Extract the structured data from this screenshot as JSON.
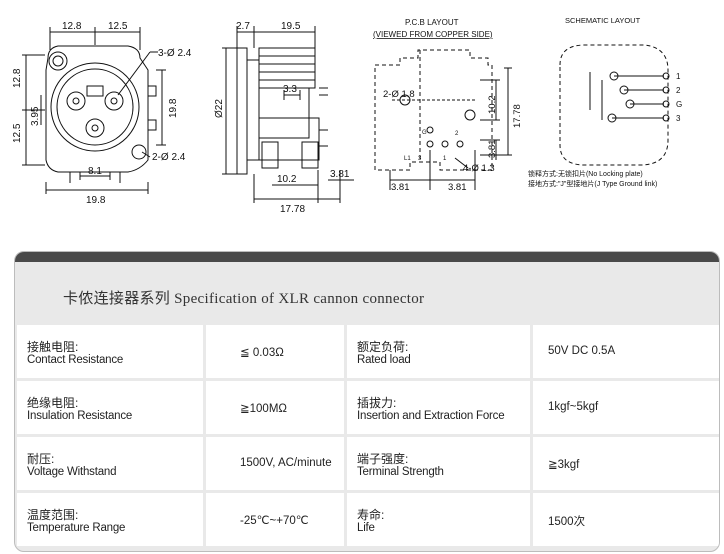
{
  "drawings": {
    "front_view": {
      "dims_top": [
        "12.8",
        "12.5"
      ],
      "dims_left": [
        "12.8",
        "12.5"
      ],
      "dim_inner": "3.95",
      "dim_right": "19.8",
      "dim_bottom_inner": "8.1",
      "dim_bottom": "19.8",
      "hole_top": "3-Ø 2.4",
      "hole_bottom": "2-Ø 2.4"
    },
    "side_view": {
      "dim_top_small": "2.7",
      "dim_top": "19.5",
      "dim_dia": "Ø22",
      "dim_mid": "3.3",
      "dim_bottom_a": "10.2",
      "dim_bottom_b": "17.78",
      "dim_right": "3.81"
    },
    "pcb_layout": {
      "title": "P.C.B LAYOUT",
      "subtitle": "(VIEWED FROM COPPER SIDE)",
      "hole_a": "2-Ø 1.8",
      "hole_b": "4-Ø 1.3",
      "dim_v1": "10.2",
      "dim_v2": "17.78",
      "dim_v3": "3.81",
      "dim_h1": "3.81",
      "dim_h2": "3.81",
      "pin_labels": [
        "L1",
        "3",
        "1",
        "G",
        "2"
      ]
    },
    "schematic": {
      "title": "SCHEMATIC LAYOUT",
      "pins": [
        "1",
        "2",
        "G",
        "3"
      ],
      "note1": "锁释方式:无锁扣片(No Locking plate)",
      "note2": "接地方式:\"J\"型接地片(J Type Ground link)"
    }
  },
  "spec": {
    "title": "卡侬连接器系列 Specification of XLR cannon connector",
    "rows": [
      {
        "label_zh": "接触电阻:",
        "label_en": "Contact Resistance",
        "value": "≦ 0.03Ω",
        "label2_zh": "额定负荷:",
        "label2_en": "Rated load",
        "value2": "50V DC 0.5A"
      },
      {
        "label_zh": "绝缘电阻:",
        "label_en": "Insulation Resistance",
        "value": "≧100MΩ",
        "label2_zh": "插拔力:",
        "label2_en": "Insertion and Extraction Force",
        "value2": "1kgf~5kgf"
      },
      {
        "label_zh": "耐压:",
        "label_en": "Voltage Withstand",
        "value": "1500V, AC/minute",
        "label2_zh": "端子强度:",
        "label2_en": "Terminal Strength",
        "value2": "≧3kgf"
      },
      {
        "label_zh": "温度范围:",
        "label_en": "Temperature Range",
        "value": "-25℃~+70℃",
        "label2_zh": "寿命:",
        "label2_en": "Life",
        "value2": "1500次"
      }
    ]
  }
}
